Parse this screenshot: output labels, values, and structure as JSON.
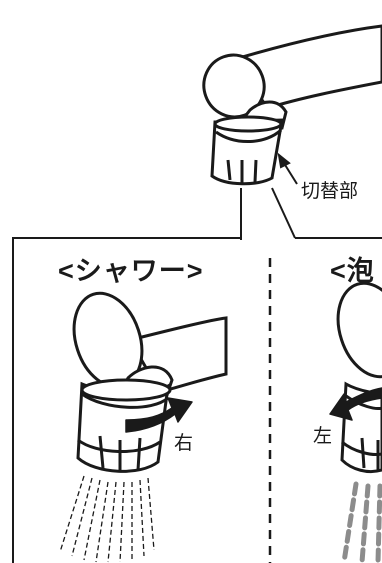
{
  "labels": {
    "switch_part": "切替部",
    "mode_shower": "<シャワー>",
    "mode_foam": "<泡",
    "rotate_right": "右",
    "rotate_left": "左"
  },
  "colors": {
    "line": "#1a1a1a",
    "spout_fill": "#ffffff",
    "spray_gray": "#8c8c8c"
  }
}
